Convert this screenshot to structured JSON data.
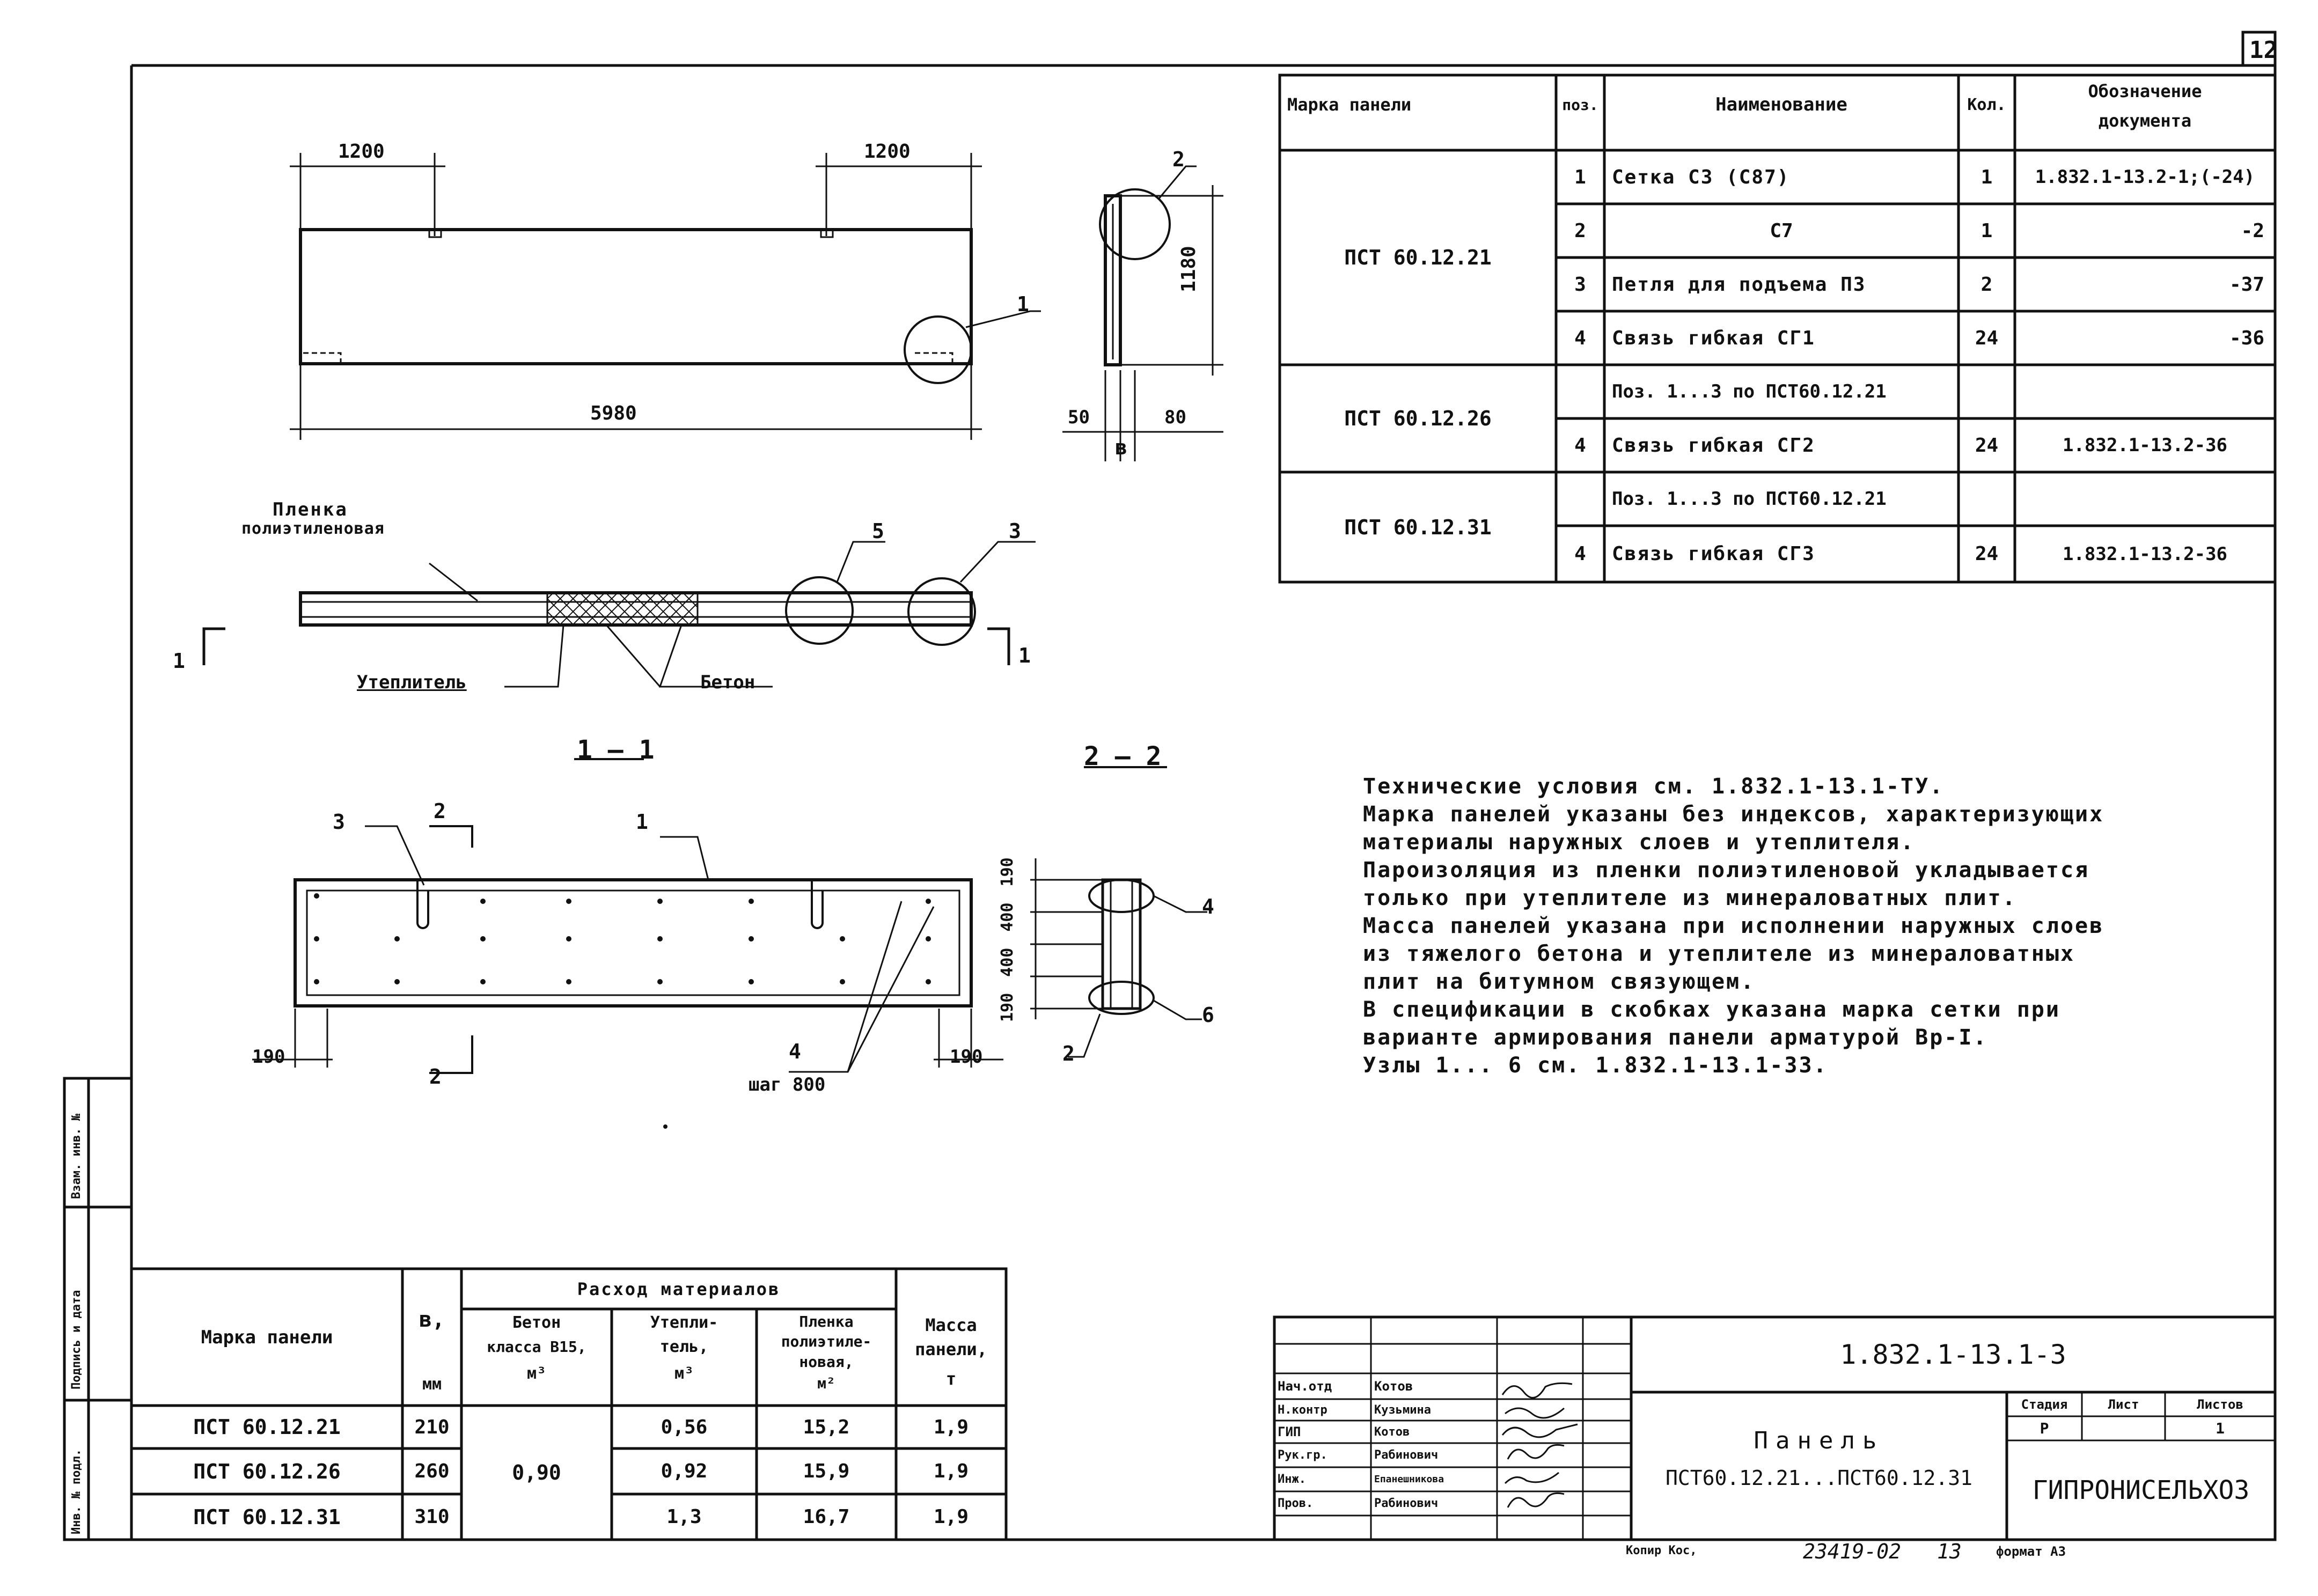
{
  "sheet_number": "12",
  "drawing": {
    "dims": {
      "d1200_left": "1200",
      "d1200_right": "1200",
      "d5980": "5980",
      "d1180": "1180",
      "d50": "50",
      "d80": "80",
      "b": "в"
    },
    "callouts": {
      "c1": "1",
      "c2": "2",
      "c3": "3",
      "c5": "5",
      "c3b": "3",
      "c1b": "1",
      "c4": "4",
      "c6": "6",
      "c2b": "2",
      "c4b": "4"
    },
    "film_label_1": "Пленка",
    "film_label_2": "полиэтиленовая",
    "insulation_label": "Утеплитель",
    "concrete_label": "Бетон",
    "section_mark_left": "1",
    "section_mark_right": "1",
    "section_1_1": "1 – 1",
    "section_2_2": "2 – 2",
    "section_2_top": "2",
    "section_2_bottom": "2",
    "dim_190_left": "190",
    "dim_190_right": "190",
    "step_label": "шаг 800",
    "vert_dims": [
      "190",
      "400",
      "400",
      "190"
    ]
  },
  "spec_table": {
    "headers": {
      "mark": "Марка панели",
      "pos": "поз.",
      "name": "Наименование",
      "qty": "Кол.",
      "doc_1": "Обозначение",
      "doc_2": "документа"
    },
    "groups": [
      {
        "mark": "ПСТ 60.12.21",
        "rows": [
          {
            "pos": "1",
            "name": "Сетка С3 (С87)",
            "qty": "1",
            "doc": "1.832.1-13.2-1;(-24)"
          },
          {
            "pos": "2",
            "name": "С7",
            "qty": "1",
            "doc": "-2"
          },
          {
            "pos": "3",
            "name": "Петля для подъема П3",
            "qty": "2",
            "doc": "-37"
          },
          {
            "pos": "4",
            "name": "Связь гибкая СГ1",
            "qty": "24",
            "doc": "-36"
          }
        ]
      },
      {
        "mark": "ПСТ 60.12.26",
        "rows": [
          {
            "pos": "",
            "name": "Поз. 1...3 по ПСТ60.12.21",
            "qty": "",
            "doc": ""
          },
          {
            "pos": "4",
            "name": "Связь гибкая СГ2",
            "qty": "24",
            "doc": "1.832.1-13.2-36"
          }
        ]
      },
      {
        "mark": "ПСТ 60.12.31",
        "rows": [
          {
            "pos": "",
            "name": "Поз. 1...3 по ПСТ60.12.21",
            "qty": "",
            "doc": ""
          },
          {
            "pos": "4",
            "name": "Связь гибкая СГ3",
            "qty": "24",
            "doc": "1.832.1-13.2-36"
          }
        ]
      }
    ]
  },
  "notes": [
    "Технические условия см. 1.832.1-13.1-ТУ.",
    "Марка панелей указаны без индексов, характеризующих",
    "материалы наружных слоев и утеплителя.",
    "Пароизоляция из пленки полиэтиленовой укладывается",
    "только при утеплителе из минераловатных плит.",
    "Масса панелей указана при исполнении наружных слоев",
    "из тяжелого бетона и утеплителе из минераловатных",
    "плит на битумном связующем.",
    "В спецификации в скобках указана марка сетки при",
    "варианте армирования панели арматурой Вр-I.",
    "Узлы 1... 6 см. 1.832.1-13.1-33."
  ],
  "materials_table": {
    "headers": {
      "mark": "Марка панели",
      "b_1": "в,",
      "b_2": "мм",
      "consumption": "Расход материалов",
      "concrete_1": "Бетон",
      "concrete_2": "класса В15,",
      "concrete_3": "м³",
      "insul_1": "Утепли-",
      "insul_2": "тель,",
      "insul_3": "м³",
      "film_1": "Пленка",
      "film_2": "полиэтиле-",
      "film_3": "новая,",
      "film_4": "м²",
      "mass_1": "Масса",
      "mass_2": "панели,",
      "mass_3": "т"
    },
    "concrete_shared": "0,90",
    "rows": [
      {
        "mark": "ПСТ 60.12.21",
        "b": "210",
        "insul": "0,56",
        "film": "15,2",
        "mass": "1,9"
      },
      {
        "mark": "ПСТ 60.12.26",
        "b": "260",
        "insul": "0,92",
        "film": "15,9",
        "mass": "1,9"
      },
      {
        "mark": "ПСТ 60.12.31",
        "b": "310",
        "insul": "1,3",
        "film": "16,7",
        "mass": "1,9"
      }
    ]
  },
  "side_stamp": {
    "c1": "Инв. № подл.",
    "c2": "Подпись и дата",
    "c3": "Взам. инв. №"
  },
  "title_block": {
    "code": "1.832.1-13.1-3",
    "title": "Панель",
    "subtitle": "ПСТ60.12.21...ПСТ60.12.31",
    "stage_label": "Стадия",
    "sheet_label": "Лист",
    "sheets_label": "Листов",
    "stage": "Р",
    "sheet": "",
    "sheets": "1",
    "org": "ГИПРОНИСЕЛЬХОЗ",
    "people": [
      {
        "role": "Нач.отд",
        "name": "Котов"
      },
      {
        "role": "Н.контр",
        "name": "Кузьмина"
      },
      {
        "role": "ГИП",
        "name": "Котов"
      },
      {
        "role": "Рук.гр.",
        "name": "Рабинович"
      },
      {
        "role": "Инж.",
        "name": "Епанешникова"
      },
      {
        "role": "Пров.",
        "name": "Рабинович"
      }
    ]
  },
  "footer": {
    "copied": "Копир Кос,",
    "number": "23419-02",
    "sheet": "13",
    "format": "формат А3"
  }
}
